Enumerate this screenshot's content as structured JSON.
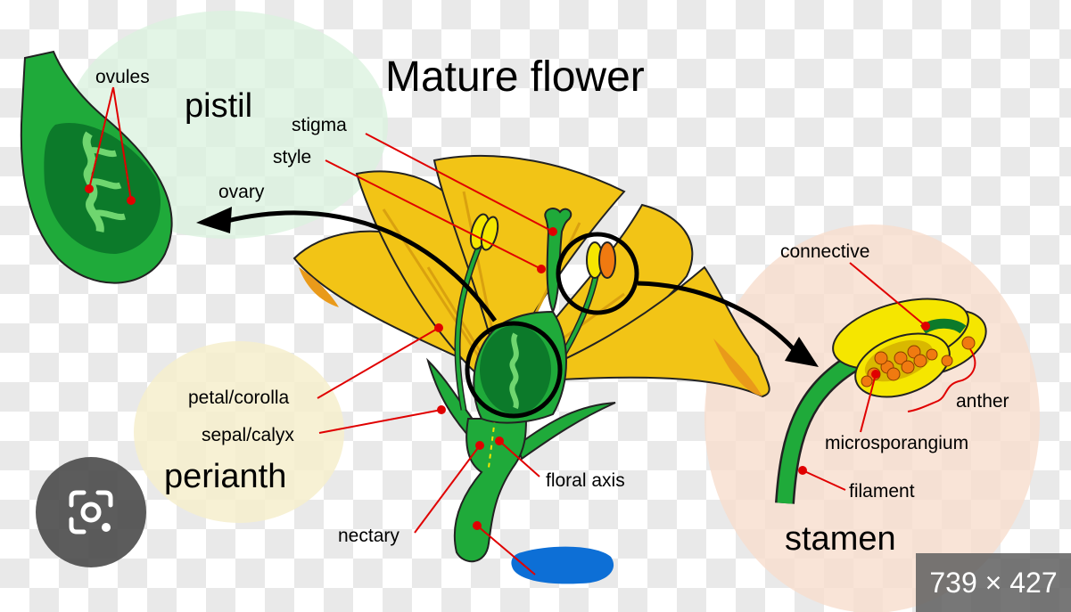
{
  "title": "Mature flower",
  "groups": {
    "pistil": "pistil",
    "perianth": "perianth",
    "stamen": "stamen"
  },
  "labels": {
    "ovules": "ovules",
    "stigma": "stigma",
    "style": "style",
    "ovary": "ovary",
    "connective": "connective",
    "anther": "anther",
    "microsporangium": "microsporangium",
    "filament": "filament",
    "petal_corolla": "petal/corolla",
    "sepal_calyx": "sepal/calyx",
    "floral_axis": "floral axis",
    "nectary": "nectary"
  },
  "overlay": {
    "image_size": "739 × 427"
  },
  "colors": {
    "petal": "#f2c416",
    "petal_dark": "#d9a10f",
    "green": "#1faa3a",
    "green_dark": "#0c7a2a",
    "anther_yellow": "#f5e600",
    "pollen_orange": "#f07a10",
    "leader_red": "#e00000",
    "nectar_blue": "#0d6fd6",
    "pistil_bg": "#d9f2de",
    "perianth_bg": "#f6efcc",
    "stamen_bg": "#f8ddcd"
  }
}
